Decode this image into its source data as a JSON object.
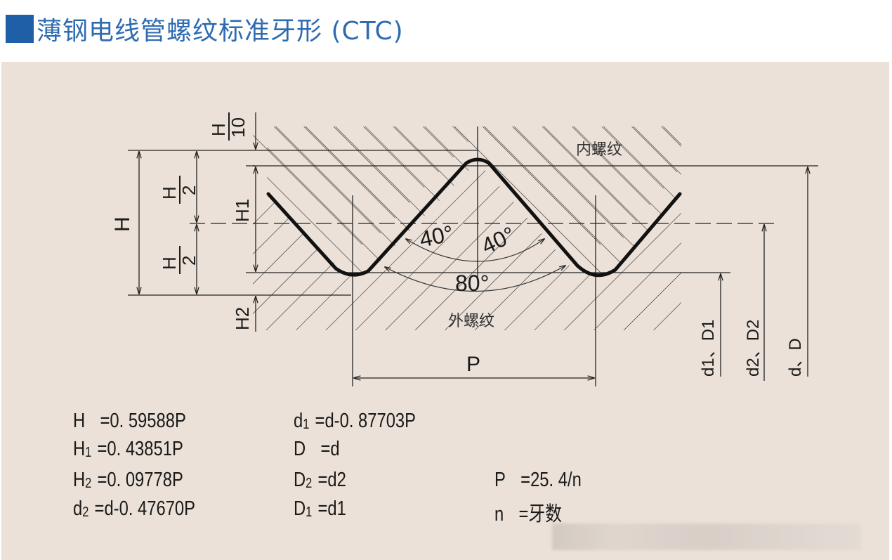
{
  "title": {
    "marker_color": "#1f5fa8",
    "text": "薄钢电线管螺纹标准牙形 (CTC)",
    "text_color": "#2e6bb0"
  },
  "diagram": {
    "background": "#ebe1d8",
    "labels": {
      "internal_thread": "内螺纹",
      "external_thread": "外螺纹",
      "H": "H",
      "H_over_2_top_num": "H",
      "H_over_2_top_den": "2",
      "H_over_2_bot_num": "H",
      "H_over_2_bot_den": "2",
      "H_over_10_num": "H",
      "H_over_10_den": "10",
      "H1": "H1",
      "H2": "H2",
      "angle_left": "40°",
      "angle_right": "40°",
      "angle_total": "80°",
      "pitch": "P",
      "d1_D1": "d1、D1",
      "d2_D2": "d2、D2",
      "d_D": "d、D"
    }
  },
  "formulas": {
    "col1": [
      {
        "sym": "H",
        "sub": "",
        "expr": "=0. 59588P"
      },
      {
        "sym": "H",
        "sub": "1",
        "expr": "=0. 43851P"
      },
      {
        "sym": "H",
        "sub": "2",
        "expr": "=0. 09778P"
      },
      {
        "sym": "d",
        "sub": "2",
        "expr": "=d-0. 47670P"
      }
    ],
    "col2": [
      {
        "sym": "d",
        "sub": "1",
        "expr": "=d-0. 87703P"
      },
      {
        "sym": "D",
        "sub": "",
        "expr": "=d"
      },
      {
        "sym": "D",
        "sub": "2",
        "expr": "=d2"
      },
      {
        "sym": "D",
        "sub": "1",
        "expr": "=d1"
      }
    ],
    "col3": [
      {
        "sym": "P",
        "sub": "",
        "expr": "=25. 4/n"
      },
      {
        "sym": "n",
        "sub": "",
        "expr": "=牙数"
      }
    ]
  },
  "watermark": "blurred"
}
